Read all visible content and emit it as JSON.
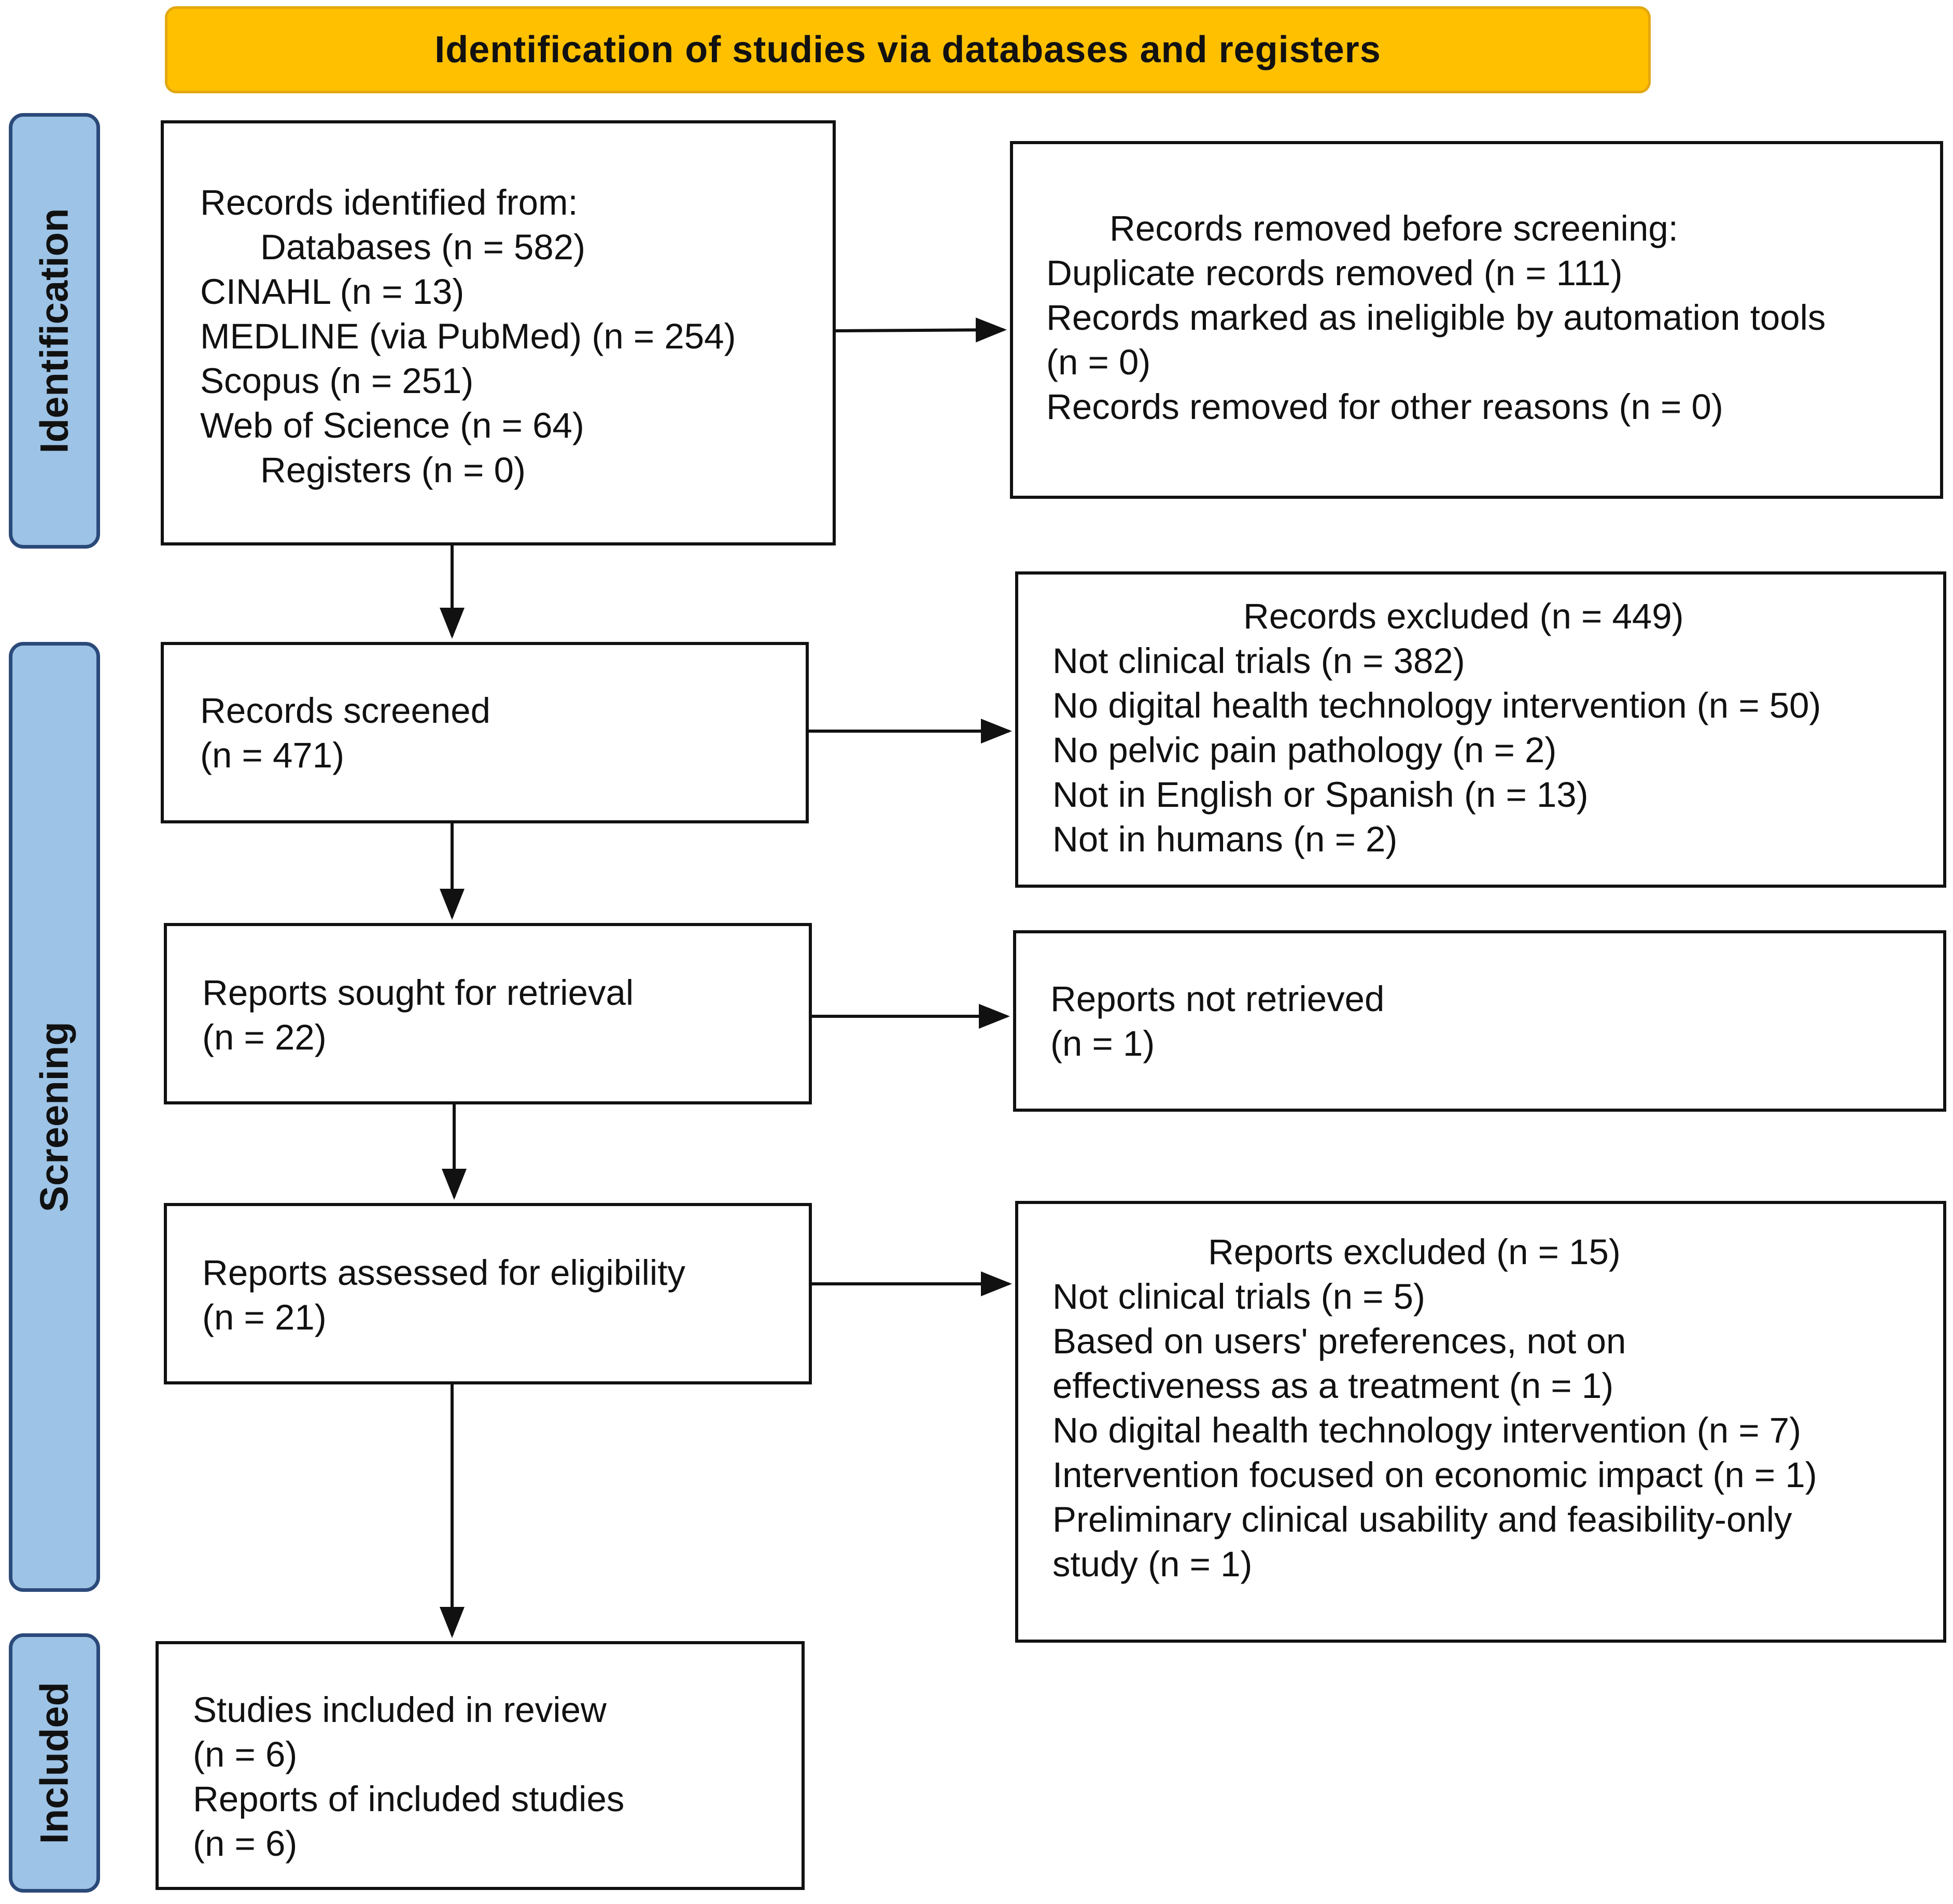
{
  "banner": "Identification of studies via databases and registers",
  "phases": [
    "Identification",
    "Screening",
    "Included"
  ],
  "identification_box": {
    "lines": [
      "Records identified from:",
      "Databases (n = 582)",
      "CINAHL (n = 13)",
      "MEDLINE (via PubMed) (n = 254)",
      "Scopus (n = 251)",
      "Web of Science (n = 64)",
      "Registers (n = 0)"
    ]
  },
  "removed_box": {
    "lines": [
      "Records removed before screening:",
      "Duplicate records removed (n = 111)",
      "Records marked as ineligible by automation tools",
      "(n = 0)",
      "Records removed for other reasons (n = 0)"
    ]
  },
  "screened_box": {
    "lines": [
      "Records screened",
      "(n = 471)"
    ]
  },
  "excluded_box": {
    "lines": [
      "Records excluded (n = 449)",
      "Not clinical trials (n = 382)",
      "No digital health technology intervention (n = 50)",
      "No pelvic pain pathology (n = 2)",
      "Not in English or Spanish (n = 13)",
      "Not in humans (n = 2)"
    ]
  },
  "sought_box": {
    "lines": [
      "Reports sought for retrieval",
      "(n = 22)"
    ]
  },
  "not_retrieved_box": {
    "lines": [
      "Reports not retrieved",
      "(n = 1)"
    ]
  },
  "assessed_box": {
    "lines": [
      "Reports assessed for eligibility",
      "(n = 21)"
    ]
  },
  "reports_excluded_box": {
    "lines": [
      "Reports excluded (n = 15)",
      "Not clinical trials (n = 5)",
      "Based on users' preferences, not on",
      "effectiveness as a treatment (n = 1)",
      "No digital health technology intervention (n = 7)",
      "Intervention focused on economic impact (n = 1)",
      "Preliminary clinical usability and feasibility-only",
      "study (n = 1)"
    ]
  },
  "included_box": {
    "lines": [
      "Studies included in review",
      "(n = 6)",
      "Reports of included studies",
      "(n = 6)"
    ]
  },
  "colors": {
    "banner": "#FFC000",
    "phase_fill": "#9DC3E6",
    "phase_border": "#2B4A7A"
  }
}
